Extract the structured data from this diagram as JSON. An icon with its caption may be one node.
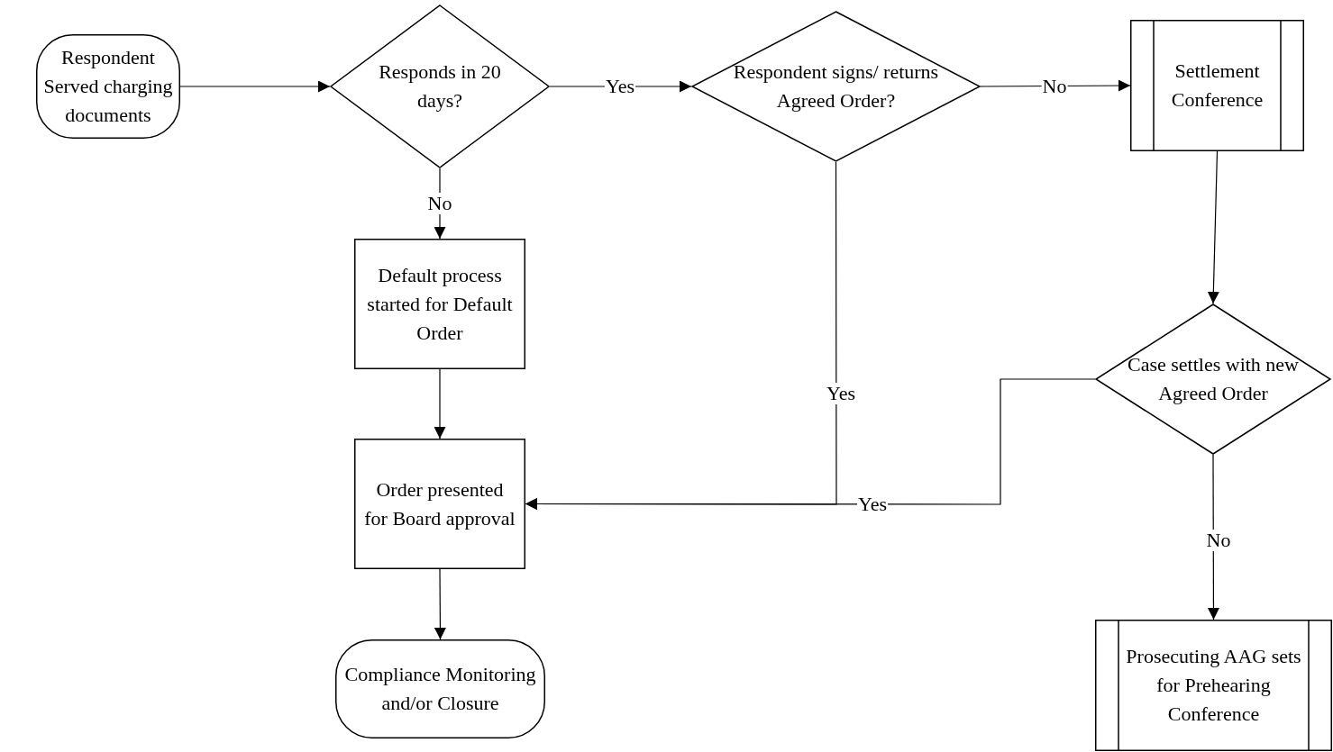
{
  "diagram": {
    "nodes": [
      {
        "text": [
          "Respondent Served charging documents"
        ]
      },
      {
        "text": [
          "Responds in 20 days?"
        ]
      },
      {
        "text": [
          "Respondent signs/ returns Agreed Order?"
        ]
      },
      {
        "text": [
          "Settlement Conference"
        ]
      },
      {
        "text": [
          "Default process started for Default Order"
        ]
      },
      {
        "text": [
          "Order presented for Board approval"
        ]
      },
      {
        "text": [
          "Compliance Monitoring and/or Closure"
        ]
      },
      {
        "text": [
          "Case settles with new Agreed Order"
        ]
      },
      {
        "text": [
          "Prosecuting AAG sets for Prehearing Conference"
        ]
      }
    ],
    "edges": [
      {
        "from": 0,
        "to": 1,
        "arrow": "to"
      },
      {
        "from": 1,
        "to": 2,
        "arrow": "to",
        "label": "Yes"
      },
      {
        "from": 2,
        "to": 3,
        "arrow": "to",
        "label": "No"
      },
      {
        "from": 1,
        "to": 4,
        "arrow": "to",
        "label": "No"
      },
      {
        "from": 4,
        "to": 5,
        "arrow": "to"
      },
      {
        "from": 2,
        "to": 5,
        "arrow": "to",
        "label": "Yes"
      },
      {
        "from": 7,
        "to": 5,
        "arrow": "to",
        "label": "Yes"
      },
      {
        "from": 3,
        "to": 7,
        "arrow": "to"
      },
      {
        "from": 7,
        "to": 8,
        "arrow": "to",
        "label": "No"
      },
      {
        "from": 5,
        "to": 6,
        "arrow": "to"
      }
    ]
  }
}
